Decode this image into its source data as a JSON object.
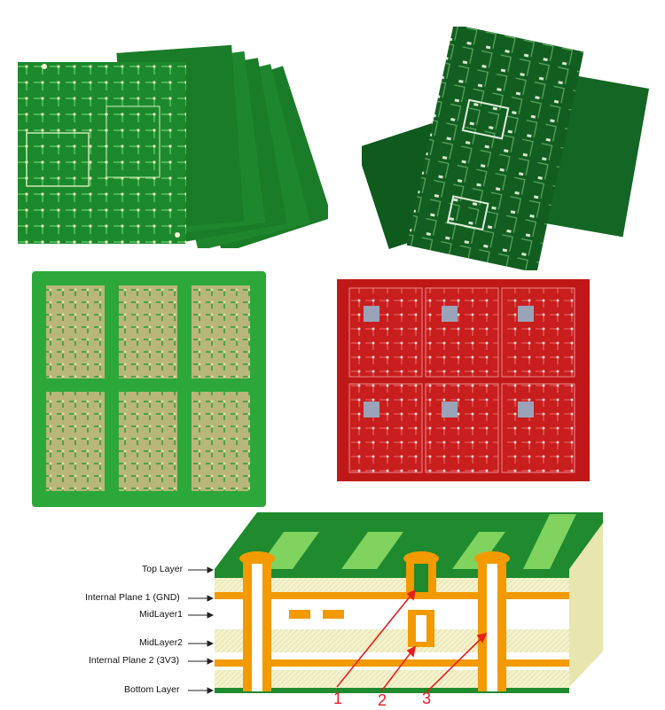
{
  "layer_labels": {
    "top": "Top Layer",
    "plane1": "Internal Plane 1 (GND)",
    "mid1": "MidLayer1",
    "mid2": "MidLayer2",
    "plane2": "Internal Plane 2 (3V3)",
    "bottom": "Bottom Layer"
  },
  "via_numbers": [
    "1",
    "2",
    "3"
  ],
  "colors": {
    "pcb_green": "#1f8a2e",
    "pcb_dark_green": "#0f5a1d",
    "pcb_red": "#c81e1e",
    "copper_orange": "#f39a00",
    "substrate_cream": "#f3f1c8",
    "callout_red": "#e51f1f"
  }
}
